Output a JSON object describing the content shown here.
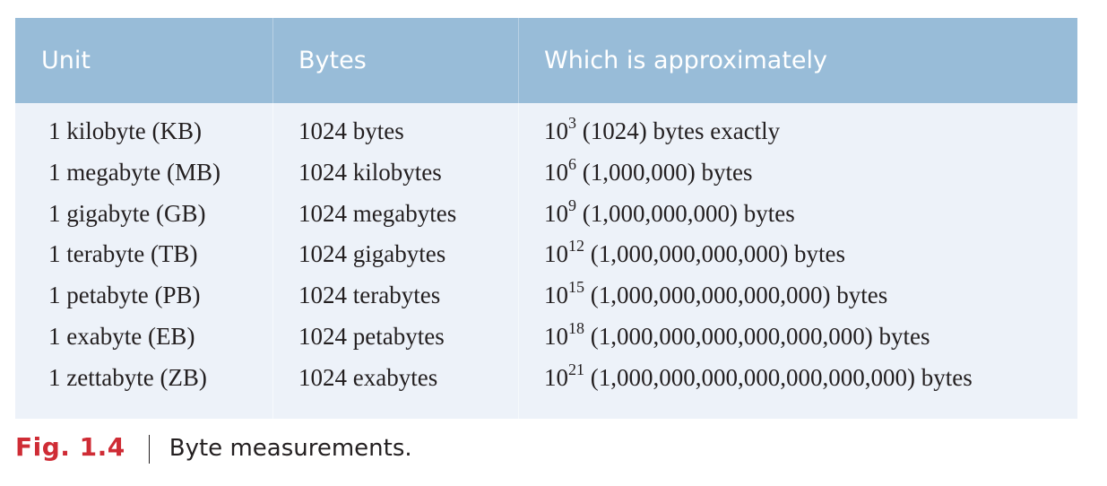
{
  "table": {
    "headers": [
      "Unit",
      "Bytes",
      "Which is approximately"
    ],
    "rows": [
      {
        "unit": "1 kilobyte (KB)",
        "bytes": "1024 bytes",
        "base": "10",
        "exp": "3",
        "approx": " (1024) bytes exactly"
      },
      {
        "unit": "1 megabyte (MB)",
        "bytes": "1024 kilobytes",
        "base": "10",
        "exp": "6",
        "approx": " (1,000,000) bytes"
      },
      {
        "unit": "1 gigabyte (GB)",
        "bytes": "1024 megabytes",
        "base": "10",
        "exp": "9",
        "approx": " (1,000,000,000) bytes"
      },
      {
        "unit": "1 terabyte (TB)",
        "bytes": "1024 gigabytes",
        "base": "10",
        "exp": "12",
        "approx": " (1,000,000,000,000) bytes"
      },
      {
        "unit": "1 petabyte (PB)",
        "bytes": "1024 terabytes",
        "base": "10",
        "exp": "15",
        "approx": " (1,000,000,000,000,000) bytes"
      },
      {
        "unit": "1 exabyte (EB)",
        "bytes": "1024 petabytes",
        "base": "10",
        "exp": "18",
        "approx": " (1,000,000,000,000,000,000) bytes"
      },
      {
        "unit": "1 zettabyte (ZB)",
        "bytes": "1024 exabytes",
        "base": "10",
        "exp": "21",
        "approx": " (1,000,000,000,000,000,000,000) bytes"
      }
    ]
  },
  "caption": {
    "label": "Fig. 1.4",
    "text": "Byte measurements."
  },
  "colors": {
    "header_bg": "#98bcd8",
    "body_bg": "#edf2f9",
    "caption_label": "#cf2c35",
    "text": "#231f20"
  }
}
